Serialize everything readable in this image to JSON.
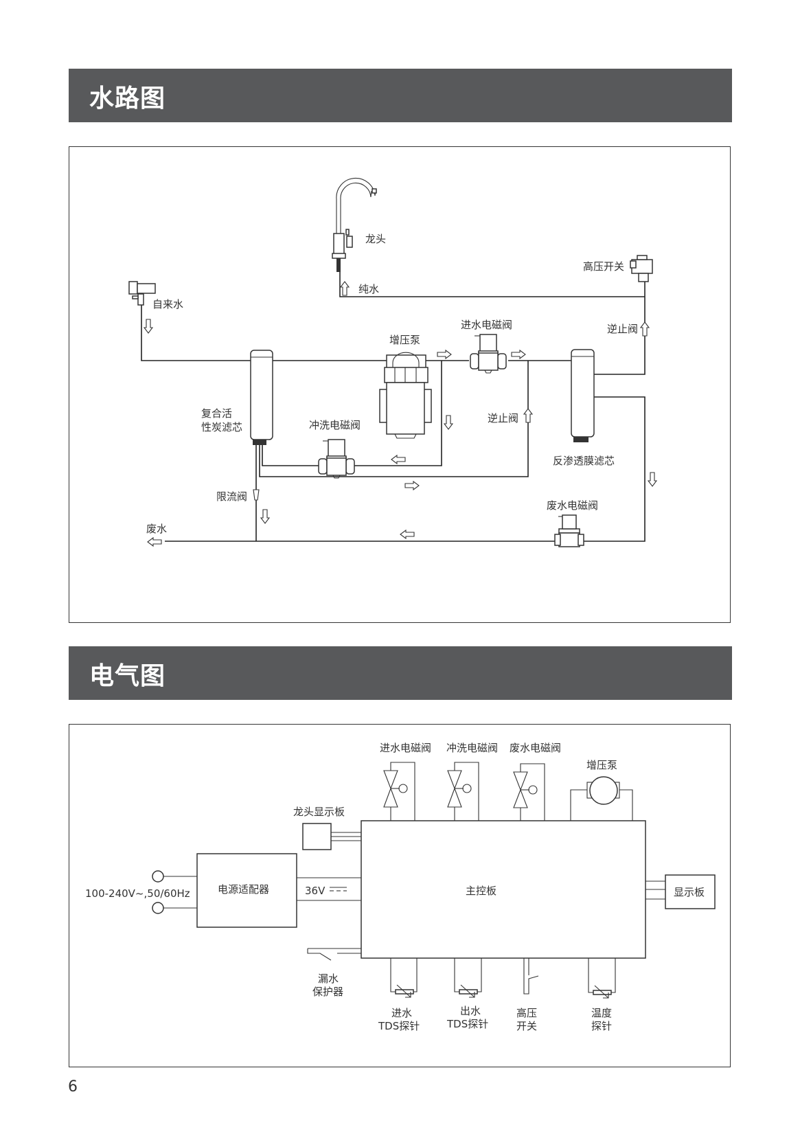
{
  "sections": {
    "water": {
      "title": "水路图",
      "labels": {
        "faucet": "龙头",
        "pure_water": "纯水",
        "tap_water": "自来水",
        "high_pressure_switch": "高压开关",
        "inlet_solenoid": "进水电磁阀",
        "booster_pump": "增压泵",
        "check_valve_top": "逆止阀",
        "check_valve_mid": "逆止阀",
        "carbon_filter_line1": "复合活",
        "carbon_filter_line2": "性炭滤芯",
        "flush_solenoid": "冲洗电磁阀",
        "ro_filter": "反渗透膜滤芯",
        "flow_limiter": "限流阀",
        "waste_solenoid": "废水电磁阀",
        "waste_water": "废水"
      }
    },
    "electrical": {
      "title": "电气图",
      "labels": {
        "inlet_solenoid": "进水电磁阀",
        "flush_solenoid": "冲洗电磁阀",
        "waste_solenoid": "废水电磁阀",
        "booster_pump": "增压泵",
        "faucet_display": "龙头显示板",
        "power_input": "100-240V~,50/60Hz",
        "power_adapter": "电源适配器",
        "dc_voltage": "36V",
        "main_board": "主控板",
        "display_board": "显示板",
        "leak_protector_line1": "漏水",
        "leak_protector_line2": "保护器",
        "inlet_tds_line1": "进水",
        "inlet_tds_line2": "TDS探针",
        "outlet_tds_line1": "出水",
        "outlet_tds_line2": "TDS探针",
        "hp_switch_line1": "高压",
        "hp_switch_line2": "开关",
        "temp_probe_line1": "温度",
        "temp_probe_line2": "探针"
      }
    }
  },
  "page_number": "6",
  "colors": {
    "header_bg": "#58595b",
    "header_text": "#ffffff",
    "line": "#222222"
  }
}
